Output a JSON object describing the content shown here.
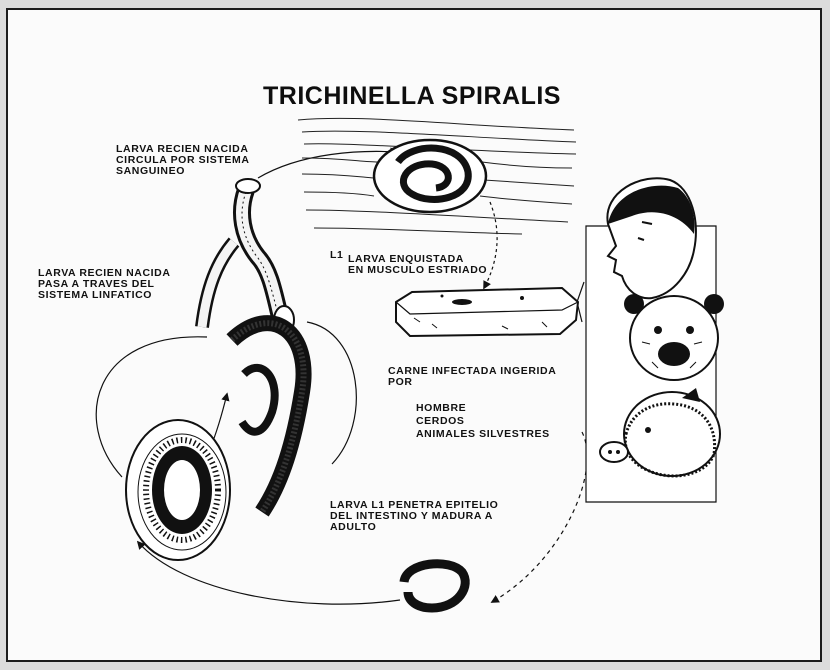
{
  "title": "TRICHINELLA SPIRALIS",
  "labels": {
    "blood": "LARVA RECIEN NACIDA\nCIRCULA POR SISTEMA\nSANGUINEO",
    "lymph": "LARVA RECIEN NACIDA\nPASA A TRAVES DEL\nSISTEMA LINFATICO",
    "encyst_prefix": "L1",
    "encyst": "LARVA ENQUISTADA\nEN MUSCULO ESTRIADO",
    "ingest": "CARNE INFECTADA INGERIDA\nPOR",
    "intestine": "LARVA L1 PENETRA EPITELIO\nDEL INTESTINO Y MADURA A\nADULTO"
  },
  "hosts": [
    "HOMBRE",
    "CERDOS",
    "ANIMALES SILVESTRES"
  ],
  "colors": {
    "ink": "#111111",
    "paper": "#fbfbfb",
    "frame": "#1d1d1d",
    "backdrop": "#dcdcdc"
  },
  "icons": [
    "human-head-icon",
    "bear-head-icon",
    "boar-head-icon"
  ]
}
